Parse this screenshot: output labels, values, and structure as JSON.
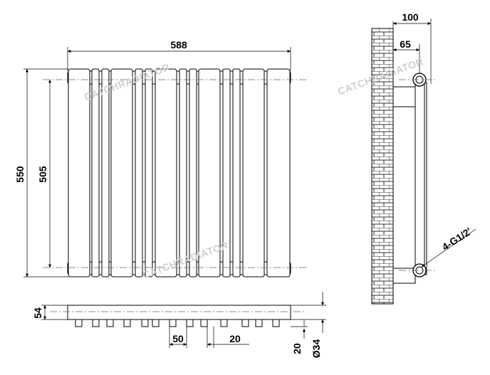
{
  "drawing": {
    "watermark_text": "CATCHRADIATOR",
    "dimensions": {
      "overall_width": "588",
      "overall_height": "550",
      "pipe_centres": "505",
      "wall_to_front": "100",
      "wall_to_pipe": "65",
      "connection": "4-G1/2'",
      "section_depth": "54",
      "tube_spacing": "50",
      "tube_width": "20",
      "pipe_stub": "20",
      "pipe_diameter": "Ø34"
    }
  }
}
